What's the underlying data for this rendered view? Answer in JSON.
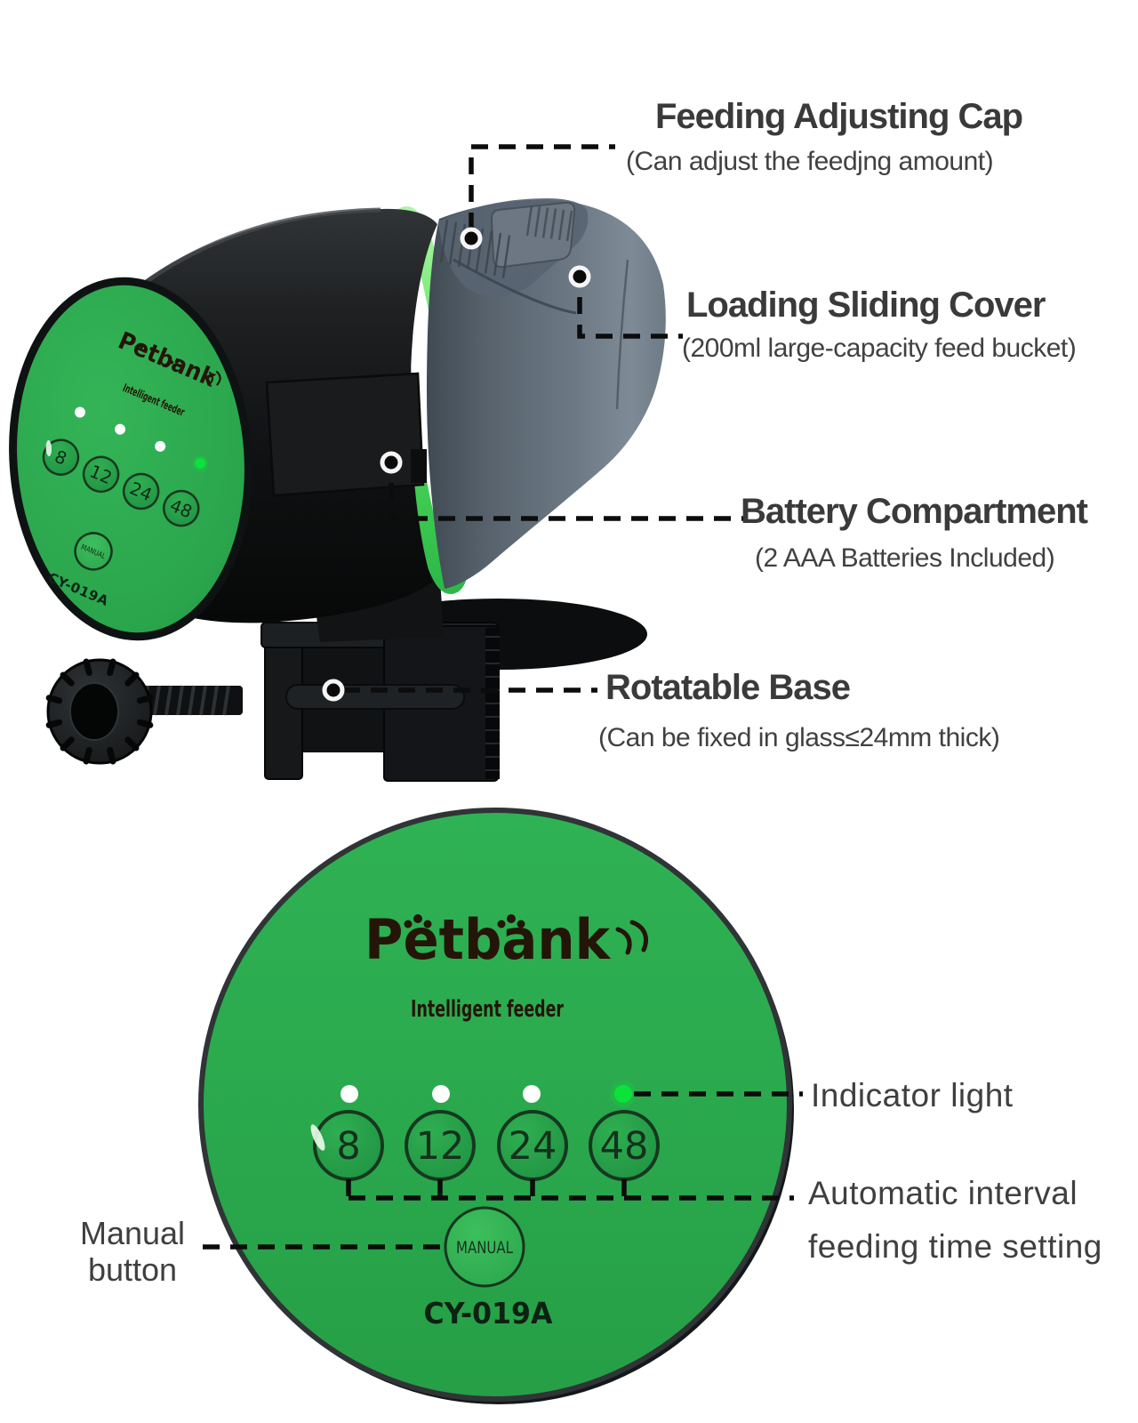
{
  "callouts": {
    "cap": {
      "title": "Feeding Adjusting Cap",
      "subtitle": "(Can adjust the feedjng amount)"
    },
    "cover": {
      "title": "Loading Sliding Cover",
      "subtitle": "(200ml large-capacity feed bucket)"
    },
    "battery": {
      "title": "Battery Compartment",
      "subtitle": "(2 AAA Batteries Included)"
    },
    "base": {
      "title": "Rotatable Base",
      "subtitle": "(Can be fixed in glass≤24mm thick)"
    }
  },
  "panel": {
    "brand": "Petbank",
    "tagline": "Intelligent feeder",
    "buttons": [
      "8",
      "12",
      "24",
      "48"
    ],
    "manual": "MANUAL",
    "model": "CY-019A"
  },
  "labels": {
    "indicator": "Indicator light",
    "interval_line1": "Automatic interval",
    "interval_line2": "feeding time setting",
    "manual_line1": "Manual",
    "manual_line2": "button"
  },
  "colors": {
    "panel_green": "#2aa84c",
    "ring_green": "#55e25e",
    "indicator_on_green": "#0be23a",
    "indicator_off_white": "#fdfefd",
    "body_black": "#141516",
    "bucket_gray": "#6b7884",
    "logo_brown": "#241508",
    "button_text_green": "#15311d",
    "label_text_gray": "#3f3f3f",
    "connector_black": "#0c0c0c"
  }
}
